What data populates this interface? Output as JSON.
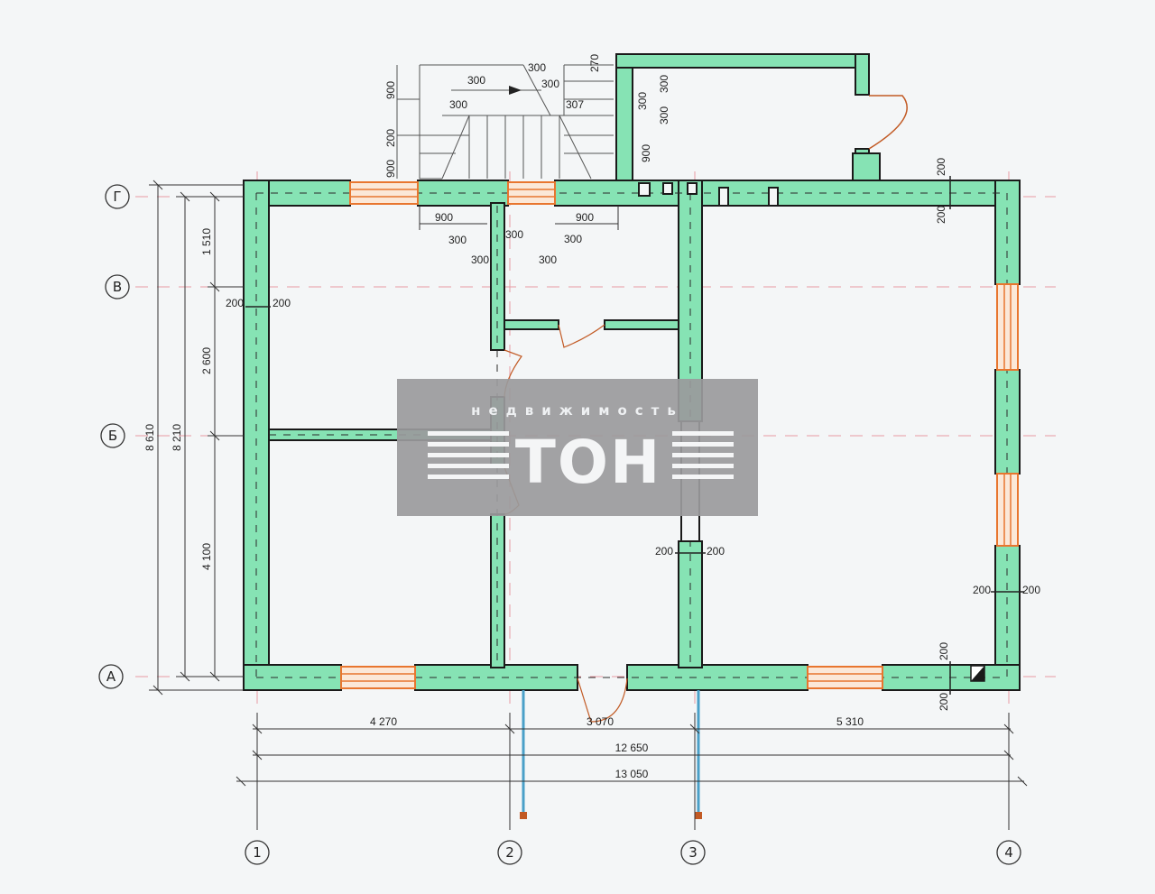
{
  "colors": {
    "wall": "#86e3b4",
    "wall_stroke": "#1a1a1a",
    "window": "#e8762f",
    "grid": "#e99aa3",
    "dim": "#222222",
    "watermark_bg": "#9a9a9c"
  },
  "axes": {
    "letters": [
      "Г",
      "В",
      "Б",
      "А"
    ],
    "numbers": [
      "1",
      "2",
      "3",
      "4"
    ]
  },
  "dims": {
    "left_total1": "8 610",
    "left_total2": "8 210",
    "left_seg1": "1 510",
    "left_seg2": "2 600",
    "left_seg3": "4 100",
    "bot_seg1": "4 270",
    "bot_seg2": "3 070",
    "bot_seg3": "5 310",
    "bot_total1": "12 650",
    "bot_total2": "13 050",
    "t200": "200",
    "t300": "300",
    "t900": "900",
    "t270": "270",
    "t307": "307"
  },
  "watermark": {
    "top": "недвижимость",
    "main": "ТОН"
  }
}
